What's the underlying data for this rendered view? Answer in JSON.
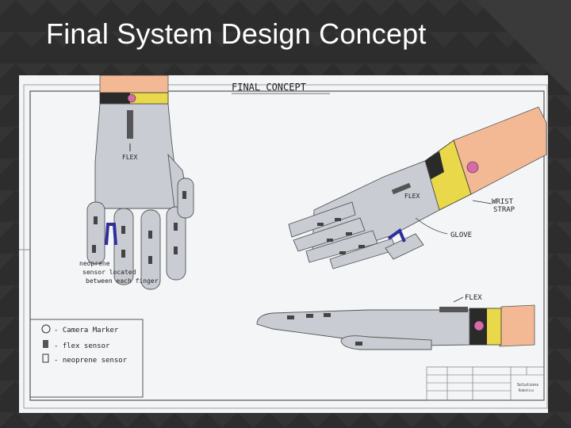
{
  "slide": {
    "title": "Final System Design Concept"
  },
  "sketch": {
    "heading": "FINAL CONCEPT",
    "labels": {
      "flex_top": "FLEX",
      "flex_mid": "FLEX",
      "wrist_strap_1": "WRIST",
      "wrist_strap_2": "STRAP",
      "glove": "GLOVE",
      "flex_side": "FLEX",
      "neoprene_note_1": "neoprene",
      "neoprene_note_2": "sensor located",
      "neoprene_note_3": "between each finger"
    },
    "legend": [
      {
        "symbol": "camera-marker",
        "text": "- Camera Marker"
      },
      {
        "symbol": "flex-sensor",
        "text": "- flex sensor"
      },
      {
        "symbol": "neoprene-sensor",
        "text": "- neoprene sensor"
      }
    ],
    "title_block": {
      "company": "Solutions",
      "subcompany": "Robotics"
    },
    "colors": {
      "glove": "#c9ccd3",
      "skin": "#f3b995",
      "strap_yellow": "#e8d84a",
      "strap_dark": "#2a2a2a",
      "marker_pink": "#d86aa8",
      "neoprene_blue": "#2e2f9a"
    }
  }
}
